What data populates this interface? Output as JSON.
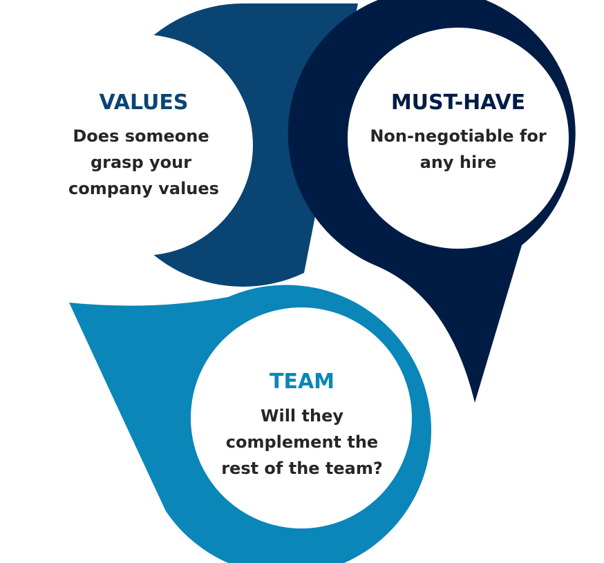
{
  "colors": {
    "values": "#0a4473",
    "must_have": "#001c45",
    "team": "#0a86b8",
    "text": "#262626"
  },
  "values": {
    "title": "VALUES",
    "lines": [
      "Does someone",
      "grasp your",
      "company values"
    ]
  },
  "must_have": {
    "title": "MUST-HAVE",
    "lines": [
      "Non-negotiable for",
      "any hire"
    ]
  },
  "team": {
    "title": "TEAM",
    "lines": [
      "Will they",
      "complement the",
      "rest of the team?"
    ]
  }
}
